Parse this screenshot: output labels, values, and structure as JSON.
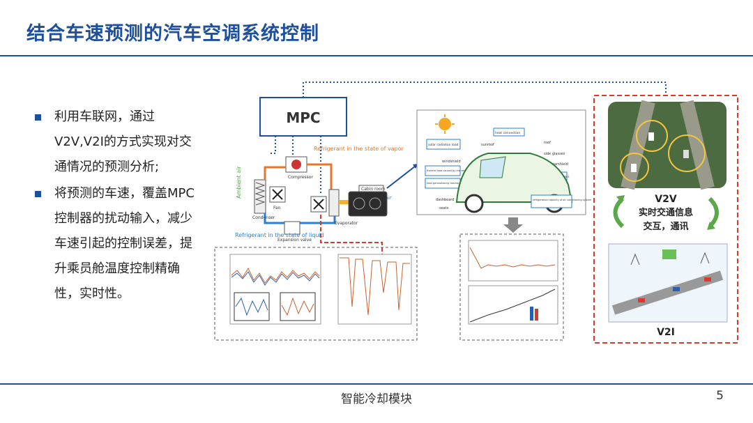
{
  "title": "结合车速预测的汽车空调系统控制",
  "bullets": [
    "利用车联网，通过V2V,V2I的方式实现对交通情况的预测分析;",
    "将预测的车速，覆盖MPC控制器的扰动输入，减少车速引起的控制误差，提升乘员舱温度控制精确性，实时性。"
  ],
  "mpc_label": "MPC",
  "ac_system": {
    "ambient_air": "Ambient air",
    "fan": "Fan",
    "condenser": "Condenser",
    "compressor": "Compressor",
    "refrigerant_vapor": "Refrigerant in the state of vapor",
    "refrigerant_liquid": "Refrigerant in the state of liquid",
    "expansion_valve": "Expansion valve",
    "evaporator": "Evaporator",
    "cabin_room": "Cabin room",
    "cool_air": "Cool air"
  },
  "car_loads": {
    "solar": "solar radiation load",
    "heat_convection": "heat convection",
    "sunroof": "sunroof",
    "roof": "roof",
    "side_glasses": "side glasses",
    "windshield": "windshield",
    "roarshield": "roarshield",
    "ventilation": "thermal load caused by the ventilation system",
    "body_heat": "body heat of passengers",
    "mech_heat": "heat generated by mechanical and electronic equipments",
    "dashboard": "dashboard",
    "refrig_capacity": "refrigeration capacity of air conditioning system",
    "seats": "seats"
  },
  "v2v_label": "V2V",
  "v2v_desc": "实时交通信息\n交互，通讯",
  "v2i_label": "V2I",
  "footer": "智能冷却模块",
  "page_number": "5",
  "colors": {
    "accent": "#1c4f9c",
    "red_dash": "#d93a2b",
    "orange": "#e8762a",
    "green": "#5aa84a"
  }
}
